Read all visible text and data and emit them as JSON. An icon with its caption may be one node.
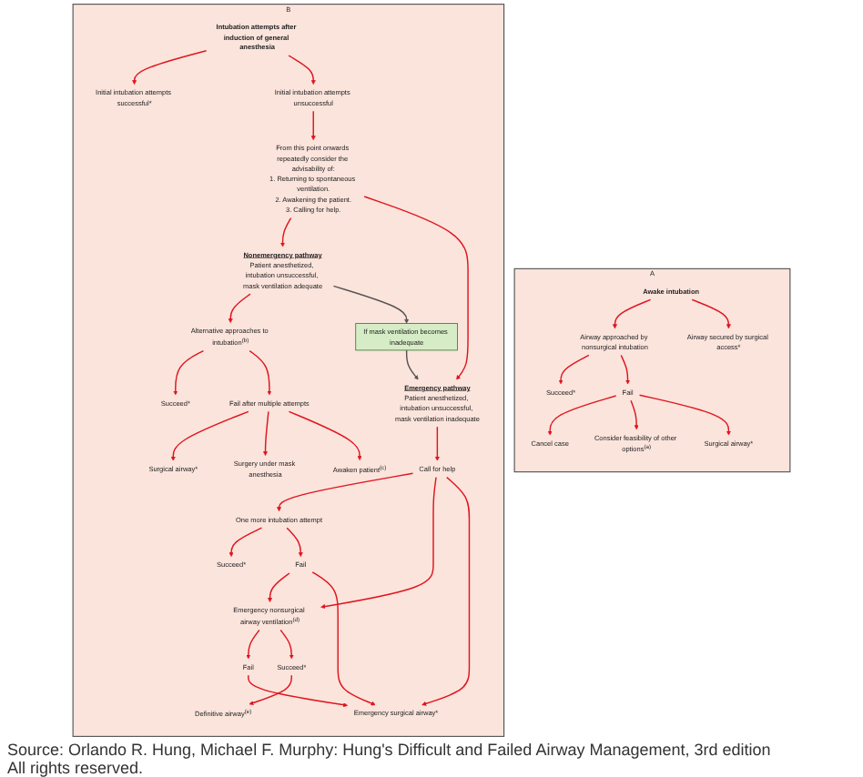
{
  "diagram": {
    "caption": "Source: Orlando R. Hung, Michael F. Murphy: Hung's Difficult and Failed Airway Management, 3rd edition",
    "nodes": [
      {
        "text": [
          "A"
        ]
      },
      {
        "text": [
          "Awake intubation"
        ],
        "in": 0
      },
      {
        "text": [
          "Airway approached by nonsurgical intubation"
        ],
        "in": 0
      },
      {
        "text": [
          "Airway secured by surgical access*"
        ],
        "in": 0
      },
      {
        "text": [
          "Succeed*"
        ],
        "in": 0
      },
      {
        "text": [
          "Fail"
        ],
        "in": 0
      },
      {
        "text": [
          "Cancel case"
        ],
        "in": 0
      },
      {
        "text": [
          "Consider feasibility of other options$^{(a)}$"
        ],
        "in": 0
      },
      {
        "text": [
          "Surgical airway*"
        ],
        "in": 0
      },
      {
        "text": [
          "B"
        ]
      },
      {
        "text": [
          "Intubation attempts after induction of general anesthesia"
        ],
        "in": 9
      },
      {
        "text": [
          "Initial intubation attempts successful*"
        ],
        "in": 9
      },
      {
        "text": [
          "Initial intubation attempts unsuccessful"
        ],
        "in": 9
      },
      {
        "text": [
          "From this point onwards repeatedly consider the advisability of:",
          "1. Returning to spontaneous ventilation.",
          "2. Awakening the patient.",
          "3. Calling for help."
        ],
        "in": 9
      },
      {
        "text": [
          "Nonemergency pathway",
          "Patient anesthetized, intubation unsuccessful, mask ventilation adequate"
        ],
        "in": 9
      },
      {
        "text": [
          "Alternative approaches to intubation$^{(b)}$"
        ],
        "in": 9
      },
      {
        "text": [
          "Succeed*"
        ],
        "in": 9
      },
      {
        "text": [
          "Fail after multiple attempts"
        ],
        "in": 9
      },
      {
        "text": [
          "Surgical airway*"
        ],
        "in": 9
      },
      {
        "text": [
          "Surgery under mask anesthesia"
        ],
        "in": 9
      },
      {
        "text": [
          "Awaken patient$^{(c)}$"
        ],
        "in": 9
      },
      {
        "text": [
          "If mask ventilation becomes inadequate"
        ],
        "in": 9
      },
      {
        "text": [
          "Emergency pathway",
          "Patient anesthetized, intubation unsuccessful, mask ventilation inadequate"
        ],
        "in": 9
      },
      {
        "text": [
          "Call for help"
        ],
        "in": 9
      },
      {
        "text": [
          "One more intubation attempt"
        ],
        "in": 9
      },
      {
        "text": [
          "Emergency nonsurgical airway ventilation$^{(d)}$"
        ],
        "in": 9
      },
      {
        "text": [
          "Succeed*"
        ],
        "in": 9
      },
      {
        "text": [
          "Fail"
        ],
        "in": 9
      },
      {
        "text": [
          "Fail"
        ],
        "in": 9
      },
      {
        "text": [
          "Succeed*"
        ],
        "in": 9
      },
      {
        "text": [
          "Emergency surgical airway*"
        ],
        "in": 9
      },
      {
        "text": [
          "Definitive airway$^{(e)}$"
        ],
        "in": 9
      }
    ],
    "edges": [
      {
        "from": 1,
        "to": 2,
        "arrow": "to"
      },
      {
        "from": 1,
        "to": 3,
        "arrow": "to"
      },
      {
        "from": 2,
        "to": 4,
        "arrow": "to"
      },
      {
        "from": 2,
        "to": 5,
        "arrow": "to"
      },
      {
        "from": 5,
        "to": 6,
        "arrow": "to"
      },
      {
        "from": 5,
        "to": 7,
        "arrow": "to"
      },
      {
        "from": 5,
        "to": 8,
        "arrow": "to"
      },
      {
        "from": 10,
        "to": 11,
        "arrow": "to"
      },
      {
        "from": 10,
        "to": 12,
        "arrow": "to"
      },
      {
        "from": 12,
        "to": 13,
        "arrow": "to"
      },
      {
        "from": 13,
        "to": 14,
        "arrow": "to"
      },
      {
        "from": 13,
        "to": 22,
        "arrow": "to"
      },
      {
        "from": 14,
        "to": 15,
        "arrow": "to"
      },
      {
        "from": 15,
        "to": 16,
        "arrow": "to"
      },
      {
        "from": 15,
        "to": 17,
        "arrow": "to"
      },
      {
        "from": 17,
        "to": 18,
        "arrow": "to"
      },
      {
        "from": 17,
        "to": 19,
        "arrow": "to"
      },
      {
        "from": 17,
        "to": 20,
        "arrow": "to"
      },
      {
        "from": 14,
        "to": 21,
        "arrow": "to",
        "color": "#555555"
      },
      {
        "from": 21,
        "to": 22,
        "arrow": "to",
        "color": "#555555"
      },
      {
        "from": 22,
        "to": 23,
        "arrow": "to"
      },
      {
        "from": 23,
        "to": 24,
        "arrow": "to"
      },
      {
        "from": 23,
        "to": 25,
        "arrow": "to"
      },
      {
        "from": 23,
        "to": 30,
        "arrow": "to"
      },
      {
        "from": 24,
        "to": 26,
        "arrow": "to"
      },
      {
        "from": 24,
        "to": 27,
        "arrow": "to"
      },
      {
        "from": 27,
        "to": 25,
        "arrow": "to"
      },
      {
        "from": 27,
        "to": 30,
        "arrow": "to"
      },
      {
        "from": 25,
        "to": 28,
        "arrow": "to"
      },
      {
        "from": 25,
        "to": 29,
        "arrow": "to"
      },
      {
        "from": 28,
        "to": 30,
        "arrow": "to"
      },
      {
        "from": 29,
        "to": 31,
        "arrow": "to"
      }
    ],
    "labels": [
      "All rights reserved."
    ]
  }
}
